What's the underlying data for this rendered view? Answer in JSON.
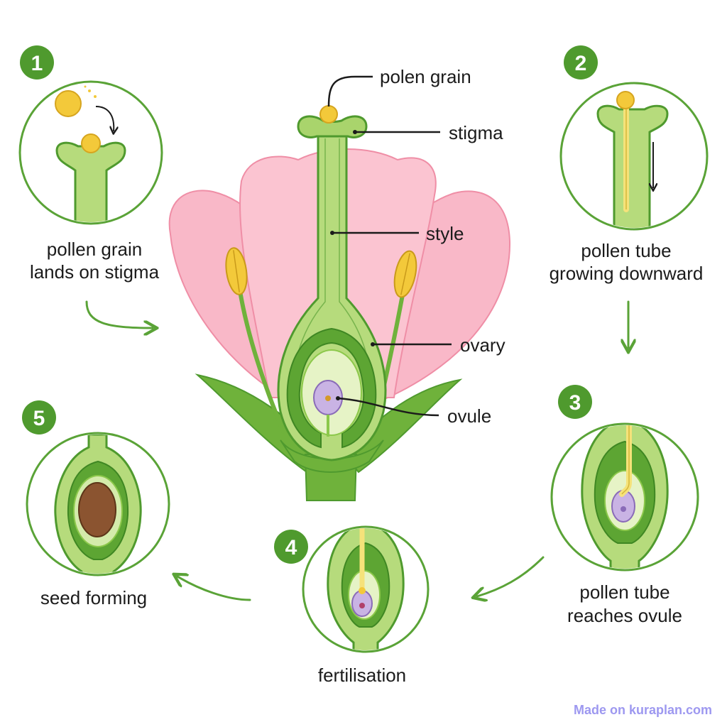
{
  "labels": {
    "pollen_grain": "polen grain",
    "stigma": "stigma",
    "style": "style",
    "ovary": "ovary",
    "ovule": "ovule"
  },
  "steps": [
    {
      "number": "1",
      "caption_line1": "pollen grain",
      "caption_line2": "lands on stigma"
    },
    {
      "number": "2",
      "caption_line1": "pollen tube",
      "caption_line2": "growing downward"
    },
    {
      "number": "3",
      "caption_line1": "pollen tube",
      "caption_line2": "reaches ovule"
    },
    {
      "number": "4",
      "caption_line1": "fertilisation",
      "caption_line2": ""
    },
    {
      "number": "5",
      "caption_line1": "seed forming",
      "caption_line2": ""
    }
  ],
  "watermark": "Made on kuraplan.com",
  "colors": {
    "petal": "#f9b8c8",
    "petal_edge": "#ef8ea6",
    "green_dark": "#4f9a2e",
    "green_mid": "#8cc84b",
    "green_light": "#d4ebab",
    "green_pale": "#eef7d9",
    "pollen": "#f3c93a",
    "ovule": "#c9b3e4",
    "seed": "#8b5430",
    "badge": "#4f9a2e"
  }
}
